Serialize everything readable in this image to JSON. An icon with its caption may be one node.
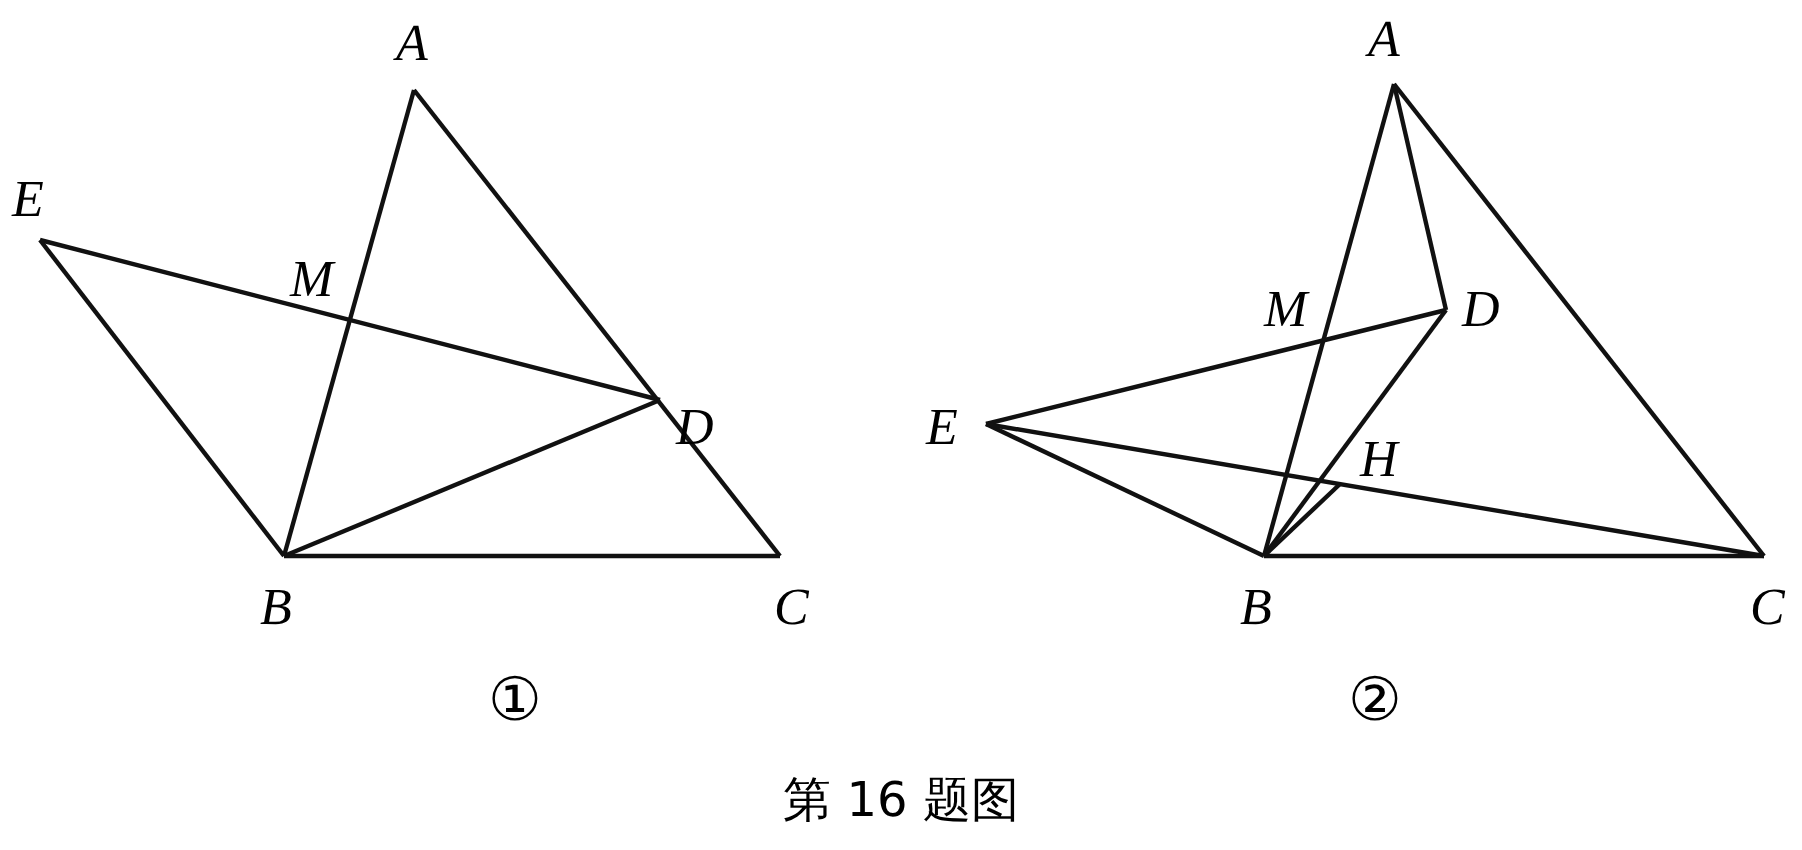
{
  "diagram": {
    "caption": "第 16 题图",
    "labels": [
      "A",
      "E",
      "M",
      "D",
      "B",
      "C",
      "①",
      "A",
      "M",
      "D",
      "E",
      "H",
      "B",
      "C",
      "②"
    ]
  }
}
